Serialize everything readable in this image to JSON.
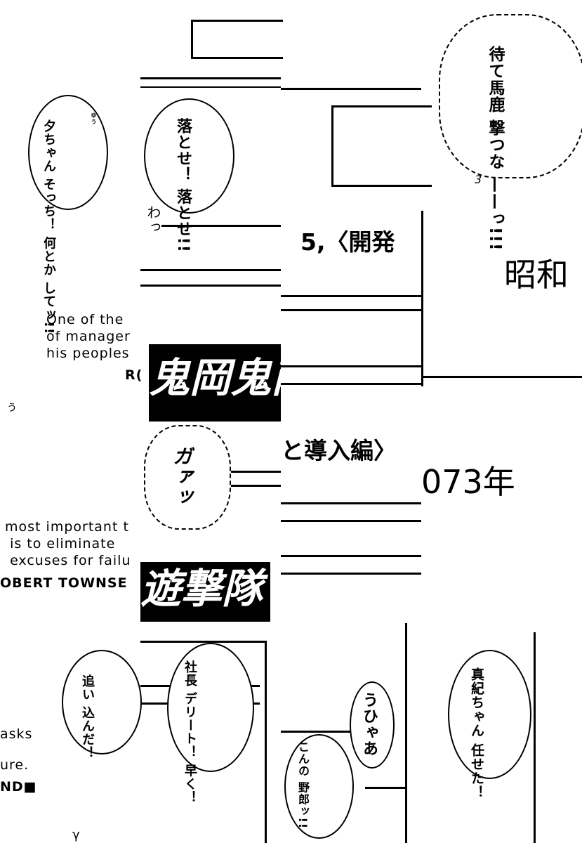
{
  "bubbles": {
    "yuu_chan": "夕ちゃん そっち！ 何とか してッ!!",
    "yuu_ruby": "ゆう",
    "otose": "落とせ！ 落とせ!!",
    "wa": "わっ",
    "matte": "待て馬鹿 撃つな ——っ!!!",
    "gaa": "ガァッ",
    "oikonda": "追い 込んだ！",
    "shachou": "社長 デリート！ 早く！",
    "uhyaa": "うひゃあ",
    "konno": "こんの 野郎ッ!!",
    "maki": "真紀ちゃん 任せた！",
    "u": "う"
  },
  "page_number": "3",
  "title": {
    "chapter_a": "5,〈開発",
    "chapter_b": "と導入編〉",
    "era_a": "昭和",
    "era_b": "073年",
    "logo_a": "鬼岡鬼丙ヶ",
    "logo_b": "遊撃隊"
  },
  "quote": {
    "l1": "One of the",
    "l2": "of manager",
    "l3": "his peoples",
    "l4": "R(",
    "l5": " most important t",
    "l6": "  is to eliminate",
    "l7": "  excuses for failu",
    "l8": "OBERT TOWNSE",
    "l9": "asks",
    "l10": "ure.",
    "l11": "ND■"
  },
  "misc": {
    "gamma": "γ"
  }
}
